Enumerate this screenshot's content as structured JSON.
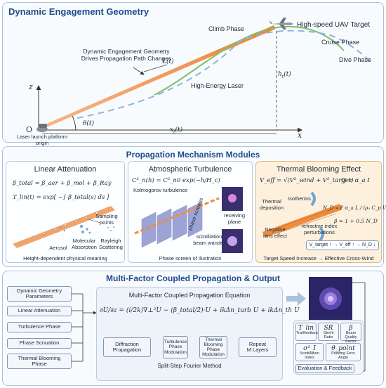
{
  "geometry": {
    "title": "Dynamic Engagement Geometry",
    "caption_line1": "Dynamic Engagement Geometry",
    "caption_line2": "Drives Propagation Path Changes",
    "climb_phase": "Climb Phase",
    "target_label": "High-speed UAV Target",
    "cruise_phase": "Cruise Phase",
    "dive_phase": "Dive Phase",
    "laser_label": "High-Energy Laser",
    "L_label": "L(t)",
    "h_label": "h",
    "h_sub": "t",
    "h_suffix": "(t)",
    "theta_label": "θ(t)",
    "x_label": "x",
    "x_sub": "t",
    "x_suffix": "(t)",
    "z_axis": "z",
    "x_axis": "x",
    "origin_label": "O",
    "platform_line1": "Laser launch platform",
    "platform_line2": "origin"
  },
  "mechanisms": {
    "title": "Propagation Mechanism Modules",
    "linear": {
      "title": "Linear Attenuation",
      "eq1": "β_total = β_aer + β_mol + β_Ray",
      "eq2": "T_lin(t) = exp[ −∫ β_total(s) ds ]",
      "sampling_line1": "Sampling",
      "sampling_line2": "points",
      "aerosol": "Aerosol",
      "molecular_line1": "Molecular",
      "molecular_line2": "Absorption",
      "rayleigh_line1": "Rayleigh",
      "rayleigh_line2": "Scattering",
      "footer": "Height-dependent physical meaning"
    },
    "turbulence": {
      "title": "Atmospheric Turbulence",
      "eq1": "C²_n(h) = C²_n0 exp(−h/H_c)",
      "subtitle": "Kolmogorov turbulence",
      "receiving_line1": "receiving",
      "receiving_line2": "plane",
      "phase_screens": "phase screens",
      "scint_line1": "scintillation",
      "scint_line2": "beam wander",
      "footer": "Phase screen of Ilustration"
    },
    "thermal": {
      "title": "Thermal Blooming Effect",
      "eq_veff": "V_eff = √(V²_wind + V²_target)",
      "eq_q": "Q = α_a I",
      "thermal_line1": "Thermal",
      "thermal_line2": "deposition",
      "isotherms": "Isotherms",
      "eq_nd": "N_D ∝ P α_a L / (ρ₀ C_p V_eff D)",
      "eq_beta": "β ≈ 1 + 0.5 N_D",
      "refr_line1": "refractive index",
      "refr_line2": "perturbations",
      "neg_line1": "Negative",
      "neg_line2": "lens effect",
      "chain": "V_target ↑ → V_eff ↑ → N_D ↓",
      "footer": "Target Speed Increase → Effective Cross-Wind"
    }
  },
  "coupled": {
    "title": "Multi-Factor Coupled Propagation & Output",
    "inputs": [
      {
        "line1": "Dynamic Geometry",
        "line2": "Parameters"
      },
      {
        "line1": "Linear Attenuation",
        "line2": ""
      },
      {
        "line1": "Turbulence Phase",
        "line2": ""
      },
      {
        "line1": "Phase Scnuation",
        "line2": ""
      },
      {
        "line1": "Thermal Blooming",
        "line2": "Phase"
      }
    ],
    "equation_title": "Multi-Factor Coupled Propagation Equation",
    "equation": "∂U/∂z = (i/2k)∇⊥²U − (β_total/2)·U + ikΔn_turb U + ikΔn_th U",
    "steps": [
      {
        "line1": "Diffraction",
        "line2": "Propagation",
        "line3": ""
      },
      {
        "line1": "Turbulence",
        "line2": "Phase",
        "line3": "Modulation"
      },
      {
        "line1": "Thermal",
        "line2": "Blooming",
        "line3": "Phase Modulation"
      },
      {
        "line1": "Repeat",
        "line2": "M Layers",
        "line3": ""
      }
    ],
    "method": "Split-Step Fourier Method",
    "metrics": [
      {
        "symbol": "T_lin",
        "line1": "Transmittance",
        "line2": ""
      },
      {
        "symbol": "SR",
        "line1": "Strehl",
        "line2": "Ratio"
      },
      {
        "symbol": "β",
        "line1": "Beam Quality",
        "line2": "Factor"
      },
      {
        "symbol": "σ²_I",
        "line1": "Scintillation",
        "line2": "Index"
      },
      {
        "symbol": "θ_point",
        "line1": "Pointing",
        "line2": "Error Angle"
      }
    ],
    "evaluation": "Evaluation & Feedback"
  },
  "colors": {
    "panel_border": "#a9c2dd",
    "title_blue": "#1f4c8b",
    "laser_orange": "#f08a3c",
    "trajectory_green": "#7fbf6a",
    "dashed_blue": "#8fb4df",
    "thermal_bg": "#fdf1de"
  }
}
